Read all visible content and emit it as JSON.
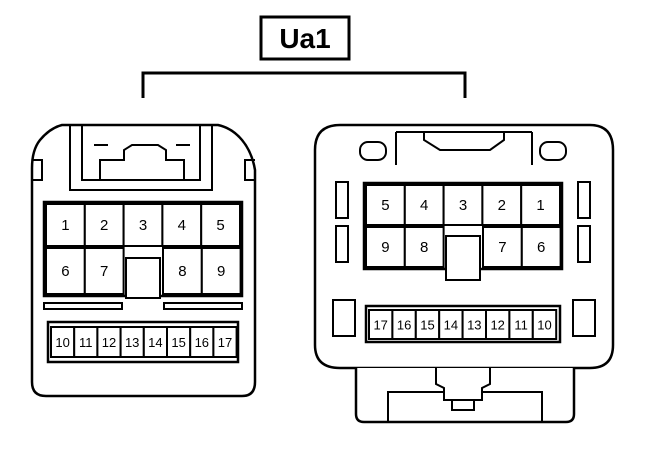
{
  "title": "Ua1",
  "colors": {
    "stroke": "#000000",
    "background": "#ffffff"
  },
  "left_connector": {
    "upper_pins": [
      "1",
      "2",
      "3",
      "4",
      "5"
    ],
    "middle_pins": [
      "6",
      "7",
      "8",
      "9"
    ],
    "bottom_pins": [
      "10",
      "11",
      "12",
      "13",
      "14",
      "15",
      "16",
      "17"
    ]
  },
  "right_connector": {
    "upper_pins": [
      "5",
      "4",
      "3",
      "2",
      "1"
    ],
    "middle_pins": [
      "9",
      "8",
      "7",
      "6"
    ],
    "bottom_pins": [
      "17",
      "16",
      "15",
      "14",
      "13",
      "12",
      "11",
      "10"
    ]
  }
}
